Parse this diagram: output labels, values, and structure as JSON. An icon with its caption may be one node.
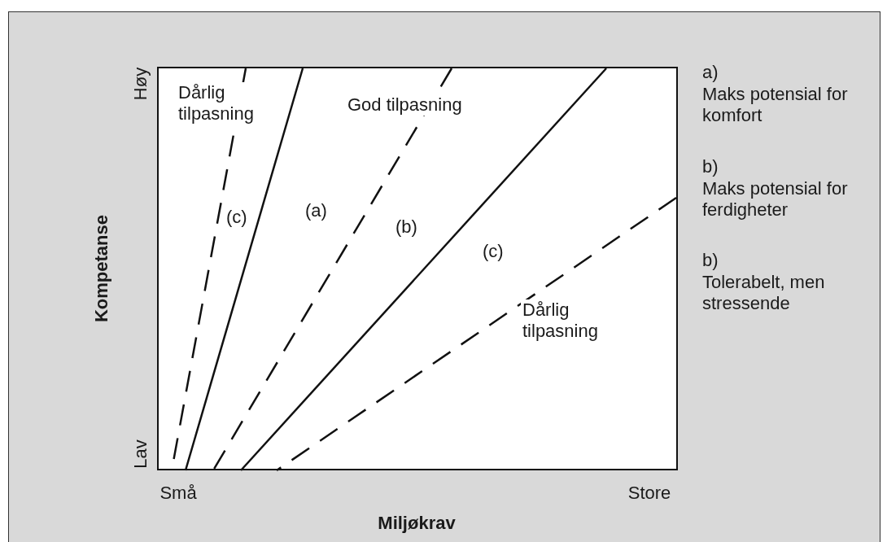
{
  "diagram": {
    "labels": [
      "Høy",
      "Lav",
      "Kompetanse",
      "Små",
      "Store",
      "Miljøkrav",
      "Dårlig tilpasning",
      "God tilpasning",
      "(c)",
      "(a)",
      "(b)",
      "(c)",
      "Dårlig tilpasning",
      "a)",
      "Maks potensial for komfort",
      "b)",
      "Maks potensial for ferdigheter",
      "b)",
      "Tolerabelt, men stressende"
    ]
  }
}
